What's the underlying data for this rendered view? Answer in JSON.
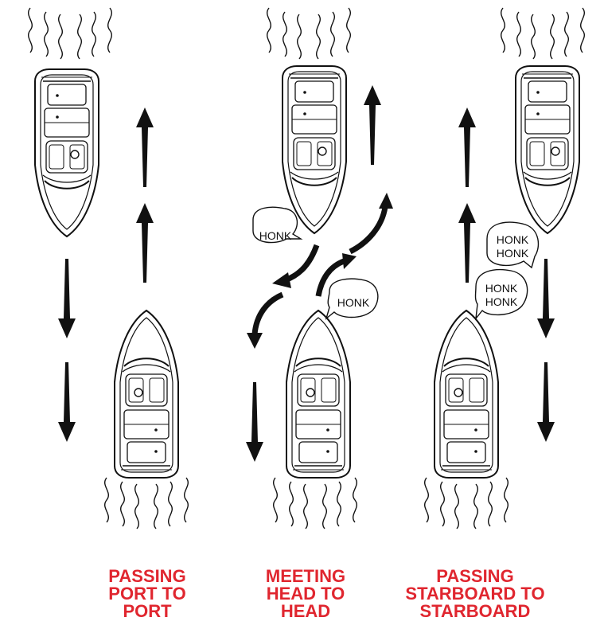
{
  "panels": [
    {
      "caption": [
        "PASSING",
        "PORT TO",
        "PORT"
      ],
      "signals": []
    },
    {
      "caption": [
        "MEETING",
        "HEAD TO",
        "HEAD"
      ],
      "signals": [
        [
          "HONK"
        ],
        [
          "HONK"
        ]
      ]
    },
    {
      "caption": [
        "PASSING",
        "STARBOARD TO",
        "STARBOARD"
      ],
      "signals": [
        [
          "HONK",
          "HONK"
        ],
        [
          "HONK",
          "HONK"
        ]
      ]
    }
  ],
  "colors": {
    "caption": "#e0262f",
    "ink": "#111111"
  }
}
